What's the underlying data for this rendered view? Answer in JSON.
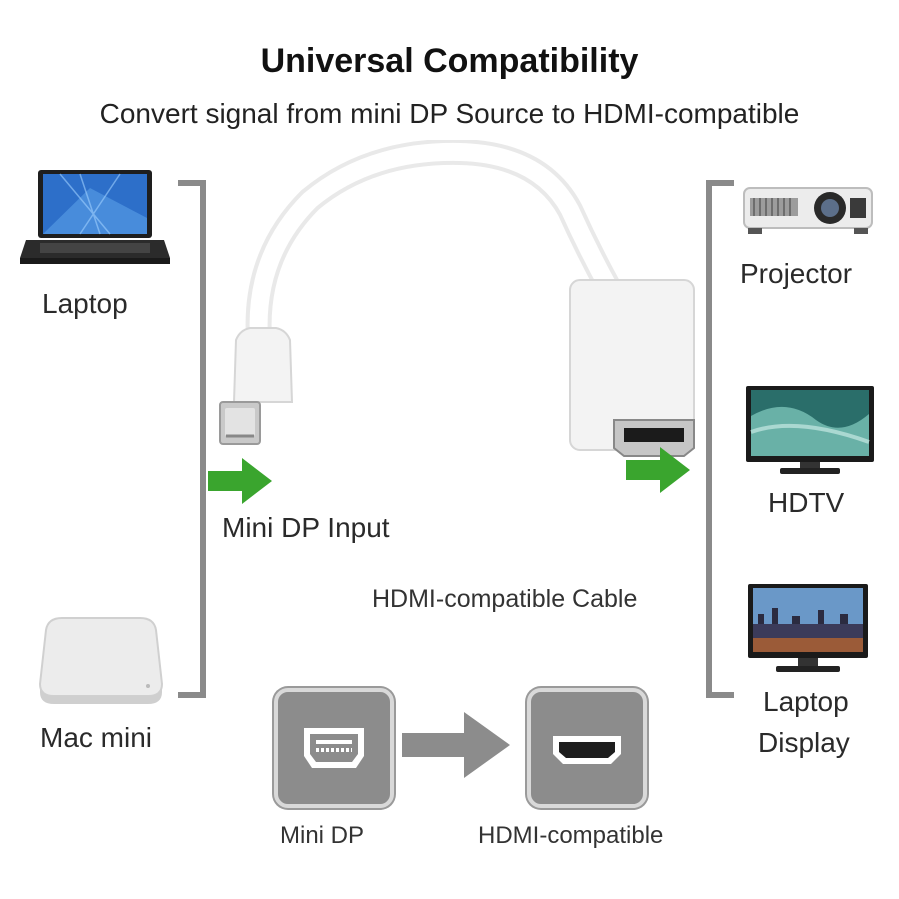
{
  "header": {
    "title": "Universal Compatibility",
    "subtitle": "Convert signal from mini DP Source to HDMI-compatible"
  },
  "sources": {
    "laptop": "Laptop",
    "mac_mini": "Mac mini"
  },
  "cable": {
    "input_label": "Mini DP Input",
    "cable_label": "HDMI-compatible Cable"
  },
  "outputs": {
    "projector": "Projector",
    "hdtv": "HDTV",
    "laptop_display_line1": "Laptop",
    "laptop_display_line2": "Display"
  },
  "conversion": {
    "from_label": "Mini DP",
    "to_label": "HDMI-compatible"
  },
  "colors": {
    "arrow_green": "#3aa52e",
    "bracket_gray": "#8a8a8a",
    "box_gray": "#8c8c8c"
  }
}
